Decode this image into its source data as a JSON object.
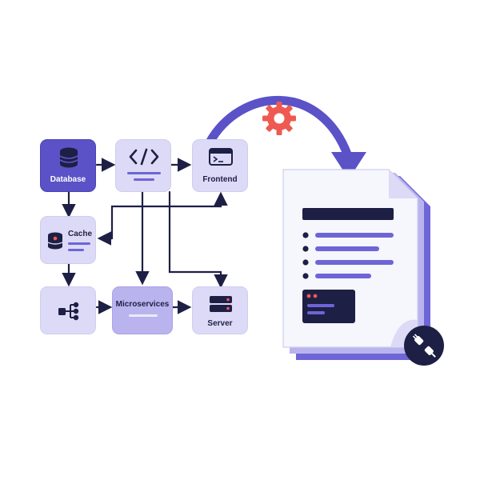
{
  "nodes": {
    "database": {
      "label": "Database"
    },
    "code": {
      "label": ""
    },
    "frontend": {
      "label": "Frontend"
    },
    "cache": {
      "label": "Cache"
    },
    "hub": {
      "label": ""
    },
    "microservices": {
      "label": "Microservices"
    },
    "server": {
      "label": "Server"
    }
  },
  "colors": {
    "primary": "#5b52c7",
    "tile_light": "#dcdaf6",
    "ink": "#1e1f45",
    "gear": "#ee5a52",
    "doc_paper": "#f6f6fd"
  },
  "icons": {
    "database": "database-icon",
    "code": "code-brackets-icon",
    "frontend": "browser-window-icon",
    "cache": "cache-stack-icon",
    "hub": "hierarchy-icon",
    "server": "server-rack-icon",
    "gear": "gear-icon",
    "link": "plug-link-icon"
  }
}
